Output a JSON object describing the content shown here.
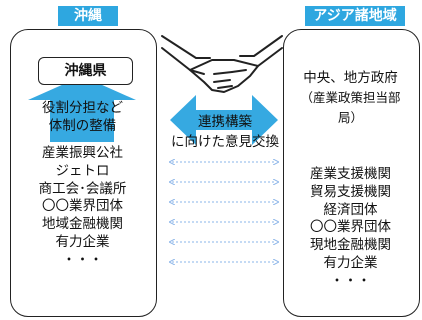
{
  "left": {
    "title": "沖縄",
    "box_label": "沖縄県",
    "arrow_text": [
      "役割分担など",
      "体制の整備"
    ],
    "items": [
      "産業振興公社",
      "ジェトロ",
      "商工会･会議所",
      "〇〇業界団体",
      "地域金融機関",
      "有力企業",
      "・・・"
    ]
  },
  "right": {
    "title": "アジア諸地域",
    "header_lines": [
      "中央、地方政府",
      "（産業政策担当部",
      "局）"
    ],
    "items": [
      "産業支援機関",
      "貿易支援機関",
      "経済団体",
      "〇〇業界団体",
      "現地金融機関",
      "有力企業",
      "・・・"
    ]
  },
  "center": {
    "lines": [
      "連携構築",
      "に向けた意見交換"
    ]
  },
  "colors": {
    "title_bg": "#2ea7e0",
    "arrow": "#36a9e1",
    "dashed_arrow": "#8ab4e8"
  }
}
